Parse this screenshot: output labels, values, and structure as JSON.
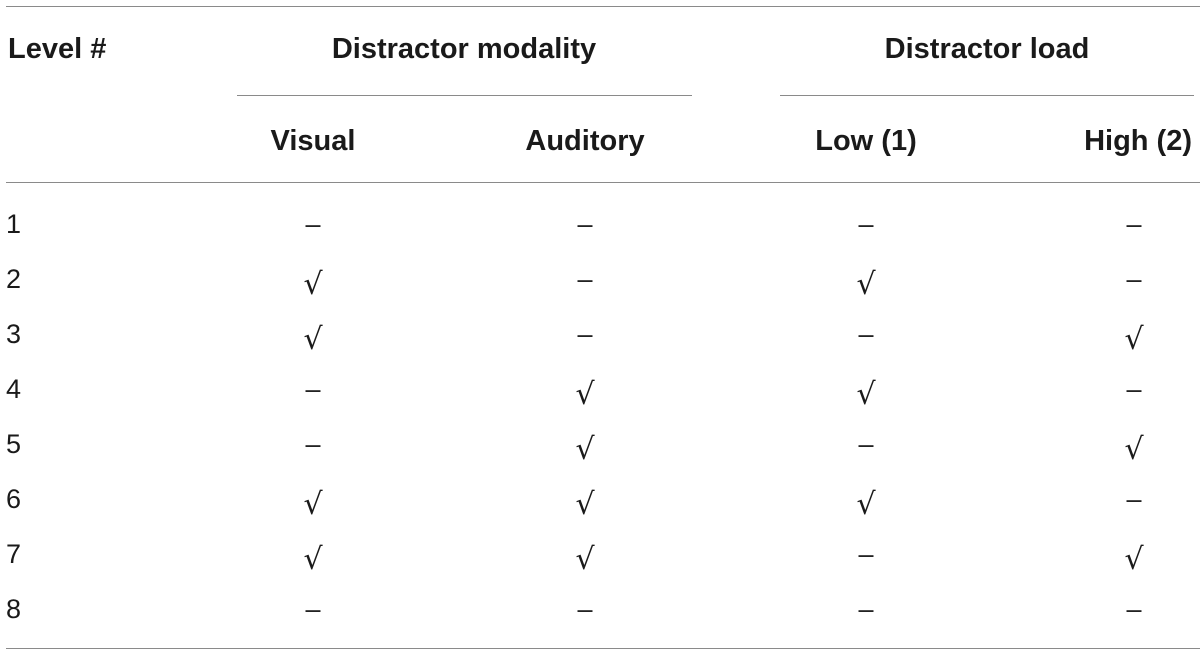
{
  "table": {
    "headers": {
      "level": "Level #",
      "group_modality": "Distractor modality",
      "group_load": "Distractor load",
      "visual": "Visual",
      "auditory": "Auditory",
      "low": "Low (1)",
      "high": "High (2)"
    },
    "rows": [
      {
        "level": "1",
        "visual": "–",
        "auditory": "–",
        "low": "–",
        "high": "–"
      },
      {
        "level": "2",
        "visual": "√",
        "auditory": "–",
        "low": "√",
        "high": "–"
      },
      {
        "level": "3",
        "visual": "√",
        "auditory": "–",
        "low": "–",
        "high": "√"
      },
      {
        "level": "4",
        "visual": "–",
        "auditory": "√",
        "low": "√",
        "high": "–"
      },
      {
        "level": "5",
        "visual": "–",
        "auditory": "√",
        "low": "–",
        "high": "√"
      },
      {
        "level": "6",
        "visual": "√",
        "auditory": "√",
        "low": "√",
        "high": "–"
      },
      {
        "level": "7",
        "visual": "√",
        "auditory": "√",
        "low": "–",
        "high": "√"
      },
      {
        "level": "8",
        "visual": "–",
        "auditory": "–",
        "low": "–",
        "high": "–"
      }
    ]
  }
}
